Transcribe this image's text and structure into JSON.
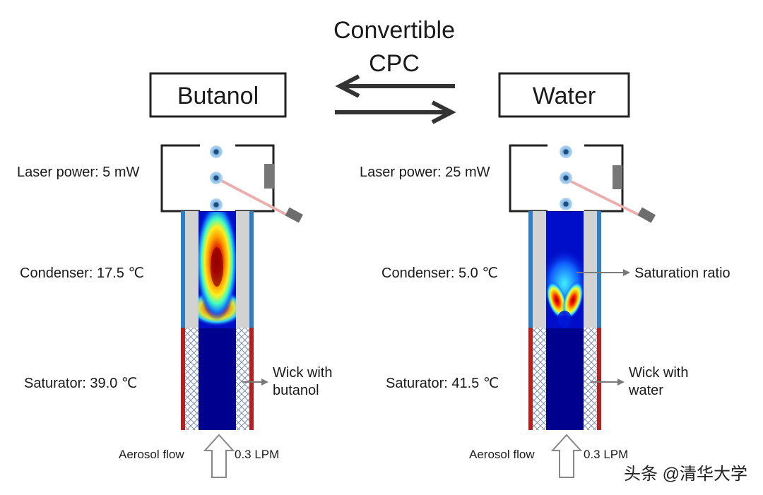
{
  "title_line1": "Convertible",
  "title_line2": "CPC",
  "left": {
    "box_label": "Butanol",
    "laser_power": "Laser power: 5 mW",
    "condenser": "Condenser: 17.5 ℃",
    "saturator": "Saturator: 39.0 ℃",
    "wick_line1": "Wick with",
    "wick_line2": "butanol",
    "aerosol_flow": "Aerosol flow",
    "flow_rate": "0.3 LPM"
  },
  "right": {
    "box_label": "Water",
    "laser_power": "Laser power: 25 mW",
    "condenser": "Condenser: 5.0 ℃",
    "saturator": "Saturator: 41.5 ℃",
    "wick_line1": "Wick with",
    "wick_line2": "water",
    "aerosol_flow": "Aerosol flow",
    "flow_rate": "0.3 LPM",
    "saturation_label": "Saturation ratio"
  },
  "watermark": "头条 @清华大学",
  "colors": {
    "wall_blue": "#2f7fc6",
    "wall_red": "#b42020",
    "channel_blue": "#00008f",
    "laser_beam": "#e9a0a0",
    "particle": "#9cc6ea"
  }
}
